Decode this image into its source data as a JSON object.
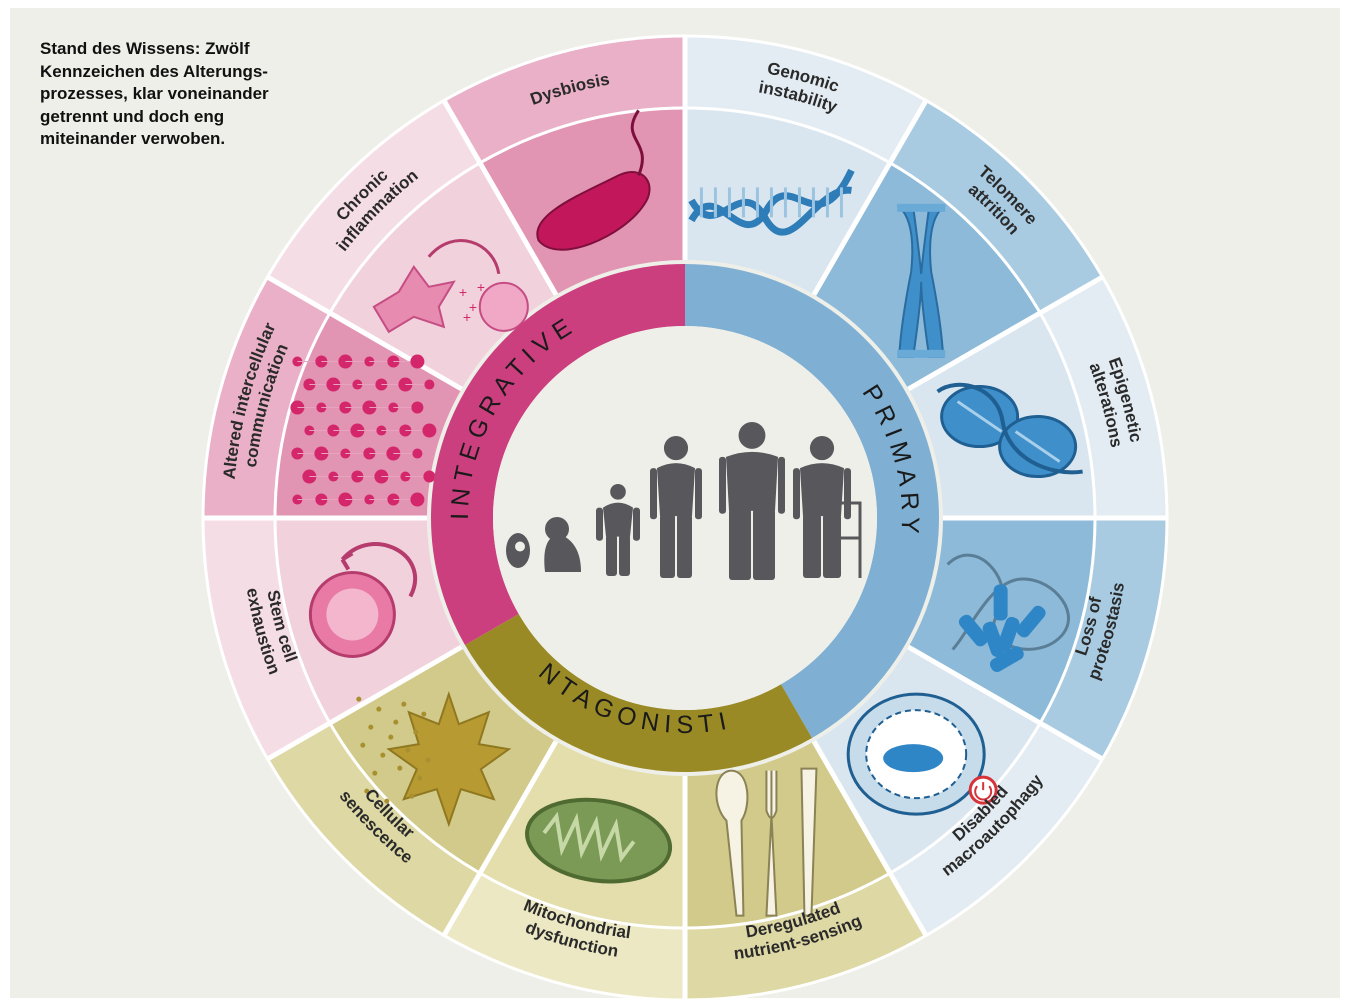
{
  "caption": {
    "lines": [
      "Stand des Wissens: Zwölf",
      "Kennzeichen des Alterungs-",
      "prozesses, klar voneinander",
      "getrennt und doch eng",
      "miteinander verwoben."
    ]
  },
  "colors": {
    "primary": "#7fb0d3",
    "antagonistic": "#9a8a25",
    "integrative": "#cc3f7e",
    "figures": "#58585c"
  },
  "categories": {
    "integrative": "INTEGRATIVE",
    "primary": "PRIMARY",
    "antagonistic": "ANTAGONISTIC"
  },
  "hallmarks": [
    {
      "category": "primary",
      "lines": [
        "Genomic",
        "instability"
      ],
      "icon": "dna-icon"
    },
    {
      "category": "primary",
      "lines": [
        "Telomere",
        "attrition"
      ],
      "icon": "chromosome-icon"
    },
    {
      "category": "primary",
      "lines": [
        "Epigenetic",
        "alterations"
      ],
      "icon": "nucleosome-icon"
    },
    {
      "category": "primary",
      "lines": [
        "Loss of",
        "proteostasis"
      ],
      "icon": "protein-icon"
    },
    {
      "category": "primary",
      "lines": [
        "Disabled",
        "macroautophagy"
      ],
      "icon": "autophagosome-icon"
    },
    {
      "category": "antagonistic",
      "lines": [
        "Deregulated",
        "nutrient-sensing"
      ],
      "icon": "cutlery-icon"
    },
    {
      "category": "antagonistic",
      "lines": [
        "Mitochondrial",
        "dysfunction"
      ],
      "icon": "mitochondrion-icon"
    },
    {
      "category": "antagonistic",
      "lines": [
        "Cellular",
        "senescence"
      ],
      "icon": "decaying-leaf-icon"
    },
    {
      "category": "integrative",
      "lines": [
        "Stem cell",
        "exhaustion"
      ],
      "icon": "stem-cell-icon"
    },
    {
      "category": "integrative",
      "lines": [
        "Altered intercellular",
        "communication"
      ],
      "icon": "cell-network-icon"
    },
    {
      "category": "integrative",
      "lines": [
        "Chronic",
        "inflammation"
      ],
      "icon": "inflammation-cell-icon"
    },
    {
      "category": "integrative",
      "lines": [
        "Dysbiosis"
      ],
      "icon": "bacterium-icon"
    }
  ]
}
